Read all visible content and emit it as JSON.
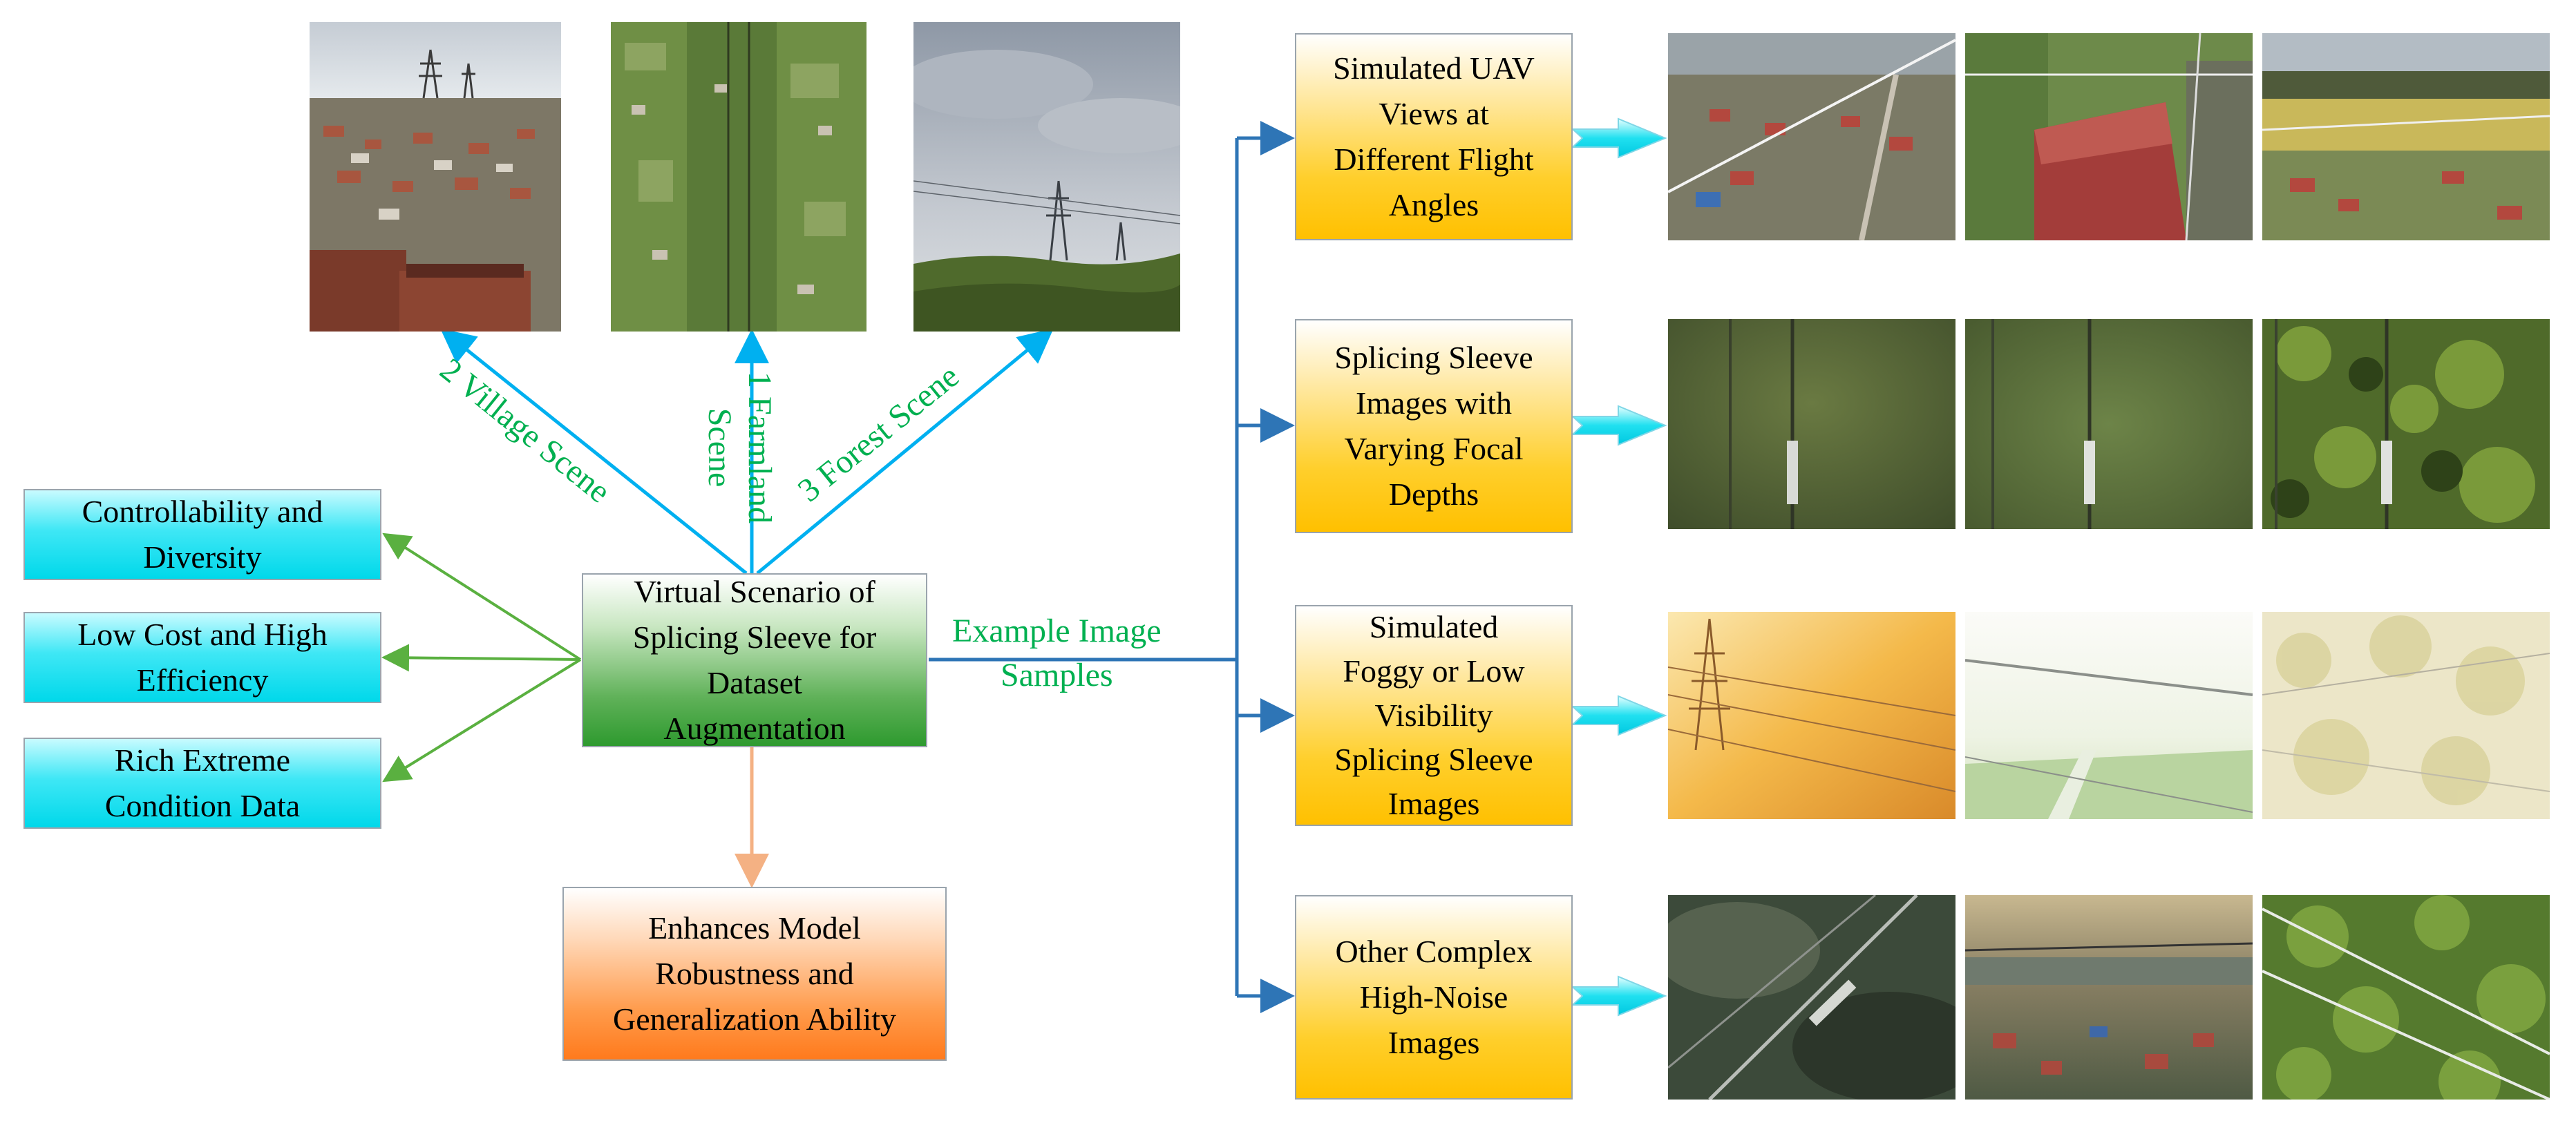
{
  "center_box": "Virtual Scenario of\nSplicing Sleeve for\nDataset\nAugmentation",
  "scenes": {
    "village": "2 Village Scene",
    "farmland": "1 Farmland\nScene",
    "forest": "3 Forest Scene"
  },
  "benefits": [
    "Controllability and\nDiversity",
    "Low Cost and High\nEfficiency",
    "Rich Extreme\nCondition Data"
  ],
  "outcome_box": "Enhances Model\nRobustness and\nGeneralization Ability",
  "link_label": "Example Image\nSamples",
  "categories": [
    "Simulated UAV\nViews at\nDifferent Flight\nAngles",
    "Splicing Sleeve\nImages with\nVarying Focal\nDepths",
    "Simulated\nFoggy or Low\nVisibility\nSplicing Sleeve\nImages",
    "Other Complex\nHigh-Noise\nImages"
  ],
  "colors": {
    "scene_arrows": "#00b0f0",
    "benefit_arrows": "#5ab040",
    "outcome_arrow": "#f4b183",
    "category_arrows": "#2e75b6",
    "label_text": "#00b050"
  }
}
